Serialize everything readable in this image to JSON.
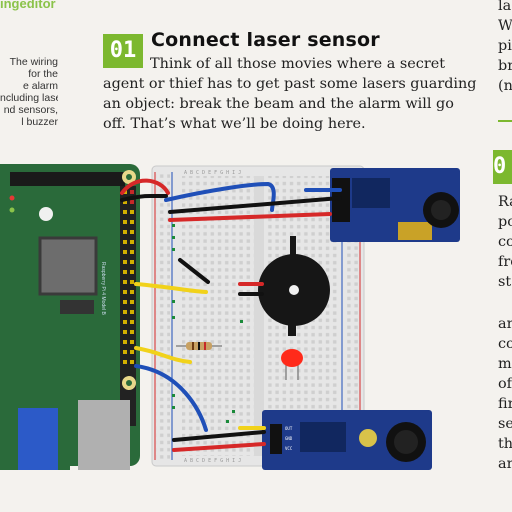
{
  "brand_text": "ingeditor",
  "caption_lines": [
    "The wiring",
    "for the",
    "e alarm",
    "ncluding laser",
    "nd sensors,",
    "l buzzer"
  ],
  "step": {
    "number": "01",
    "title": "Connect laser sensor",
    "body_lines": [
      "Think of all those movies where a secret",
      "agent or thief has to get past some lasers guarding",
      "an object: break the beam and the alarm will go",
      "off. That’s what we’ll be doing here."
    ]
  },
  "right_column": {
    "top_lines": [
      "la",
      "W",
      "pi",
      "br",
      "(n"
    ],
    "badge": "0",
    "bottom_lines_a": [
      "Ra",
      "po",
      "co",
      "fro",
      "st"
    ],
    "bottom_lines_b": [
      "an",
      "co",
      "m",
      "of",
      "fir",
      "se",
      "th",
      "an"
    ]
  },
  "diagram": {
    "pi_label": "Raspberry Pi 4 Model B",
    "breadboard_letters": "A B C D E F G H I J",
    "module_pin_labels": [
      "OUT",
      "GND",
      "VCC"
    ],
    "colors": {
      "accent": "#7cb82f",
      "pi_board": "#2a6a3a",
      "module": "#1e3a8a",
      "wire_red": "#d62828",
      "wire_black": "#111111",
      "wire_blue": "#1f4fb8",
      "wire_yellow": "#f1d21a",
      "led": "#ff2a1a"
    }
  }
}
